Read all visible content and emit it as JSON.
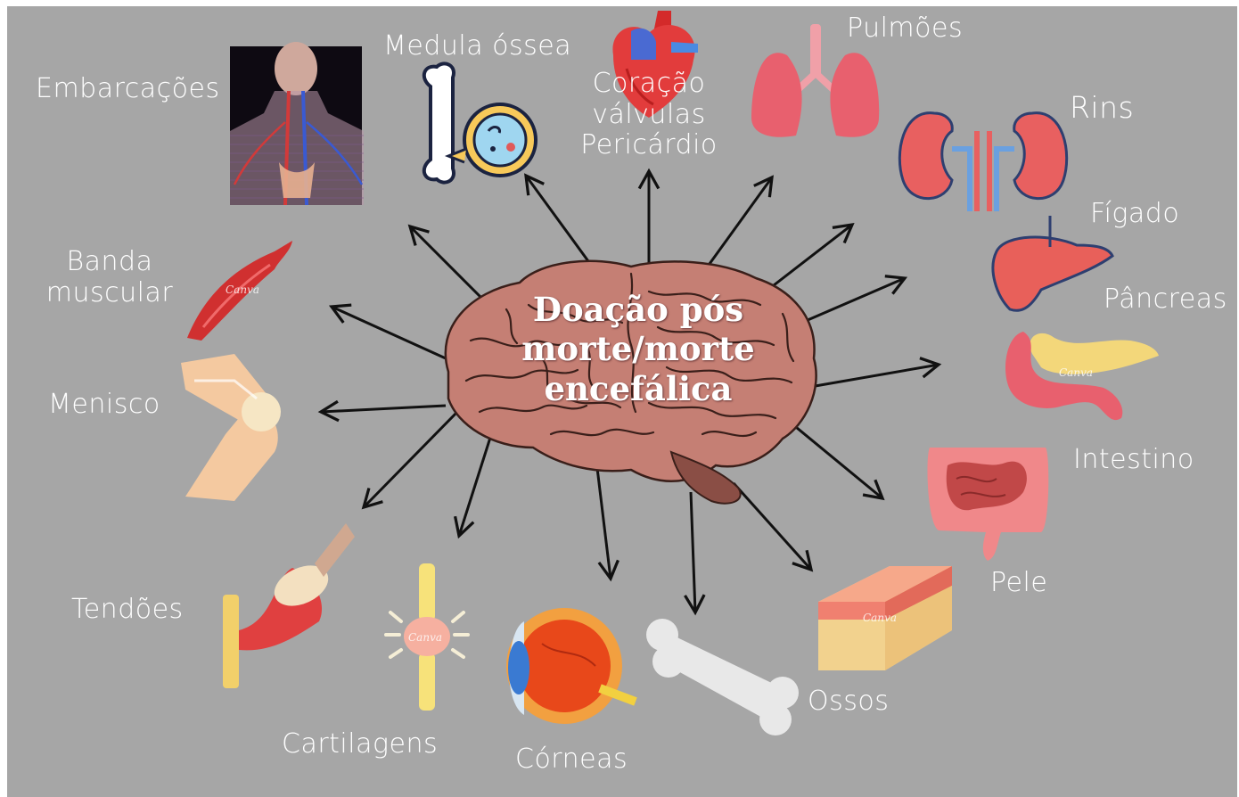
{
  "center": {
    "line1": "Doação pós",
    "line2": "morte/morte",
    "line3": "encefálica"
  },
  "labels": {
    "embarcacoes": "Embarcações",
    "medula": "Medula óssea",
    "coracao": [
      "Coração",
      "válvulas",
      "Pericárdio"
    ],
    "pulmoes": "Pulmões",
    "rins": "Rins",
    "figado": "Fígado",
    "pancreas": "Pâncreas",
    "intestino": "Intestino",
    "pele": "Pele",
    "ossos": "Ossos",
    "corneas": "Córneas",
    "cartilagens": "Cartilagens",
    "tendoes": "Tendões",
    "menisco": "Menisco",
    "banda": [
      "Banda",
      "muscular"
    ]
  },
  "watermark": "Canva",
  "colors": {
    "background": "#a6a6a6",
    "text": "#ffffff",
    "arrow": "#111111",
    "brain": "#c9857a",
    "organ_red": "#e85a5a",
    "bone": "#e8e8e8"
  },
  "icons": [
    "vessels-image",
    "bone-marrow-icon",
    "heart-icon",
    "lungs-icon",
    "kidneys-icon",
    "liver-icon",
    "pancreas-icon",
    "intestine-icon",
    "skin-icon",
    "bone-icon",
    "eye-icon",
    "cartilage-icon",
    "tendon-icon",
    "knee-icon",
    "muscle-icon",
    "brain-icon"
  ]
}
